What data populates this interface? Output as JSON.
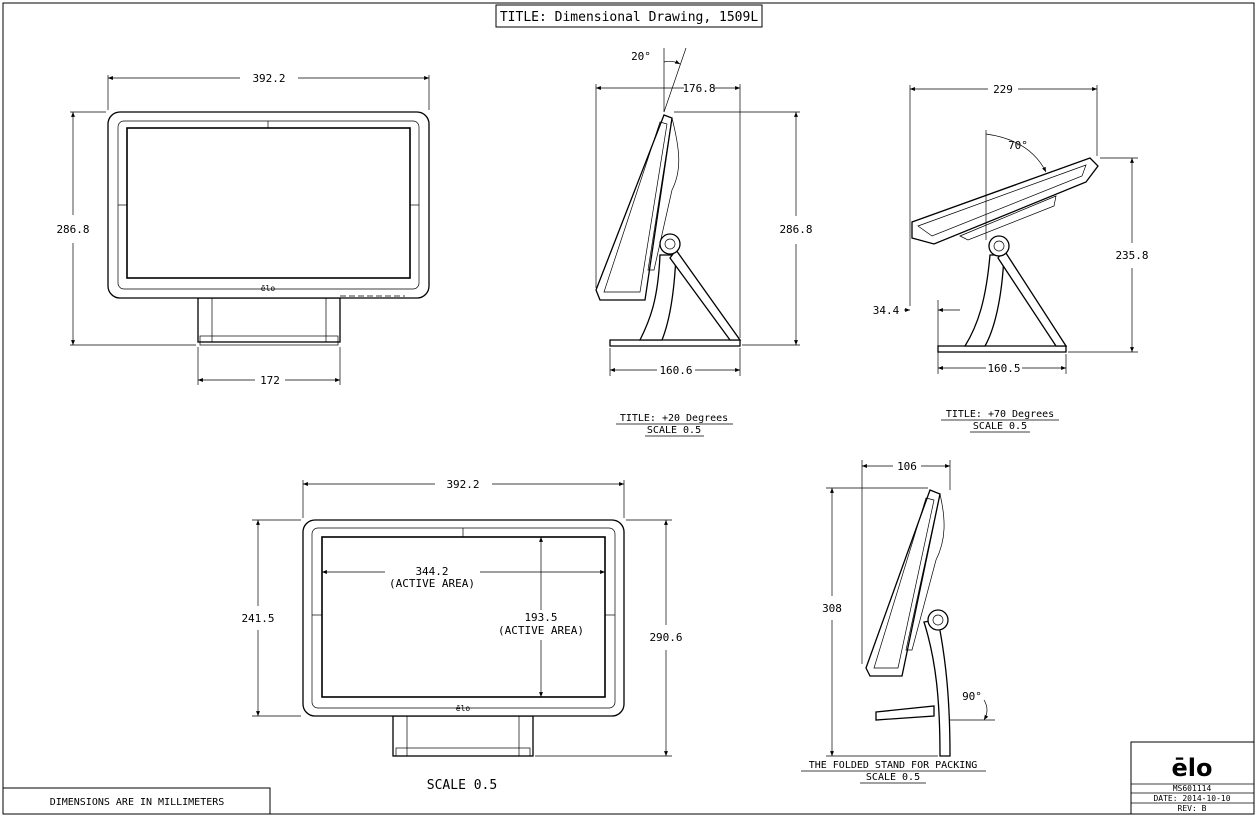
{
  "title_block": {
    "title": "TITLE: Dimensional Drawing, 1509L"
  },
  "front_view": {
    "width": "392.2",
    "height": "286.8",
    "base_width": "172",
    "logo": "ēlo"
  },
  "side_view_20": {
    "angle": "20°",
    "depth": "176.8",
    "height": "286.8",
    "base_depth": "160.6",
    "title": "TITLE: +20 Degrees",
    "scale": "SCALE 0.5"
  },
  "side_view_70": {
    "angle": "70°",
    "depth": "229",
    "height": "235.8",
    "offset": "34.4",
    "base_depth": "160.5",
    "title": "TITLE: +70 Degrees",
    "scale": "SCALE 0.5"
  },
  "active_view": {
    "width": "392.2",
    "active_width": "344.2",
    "active_width_note": "(ACTIVE AREA)",
    "active_height": "193.5",
    "active_height_note": "(ACTIVE AREA)",
    "height_inner": "241.5",
    "height_outer": "290.6",
    "logo": "ēlo",
    "scale": "SCALE  0.5"
  },
  "folded_view": {
    "depth": "106",
    "height": "308",
    "angle": "90°",
    "title": "THE FOLDED STAND FOR PACKING",
    "scale": "SCALE  0.5"
  },
  "notes": {
    "units": "DIMENSIONS ARE IN MILLIMETERS"
  },
  "revision_block": {
    "logo": "ēlo",
    "doc_number": "MS601114",
    "date": "DATE: 2014-10-10",
    "rev": "REV: B"
  }
}
